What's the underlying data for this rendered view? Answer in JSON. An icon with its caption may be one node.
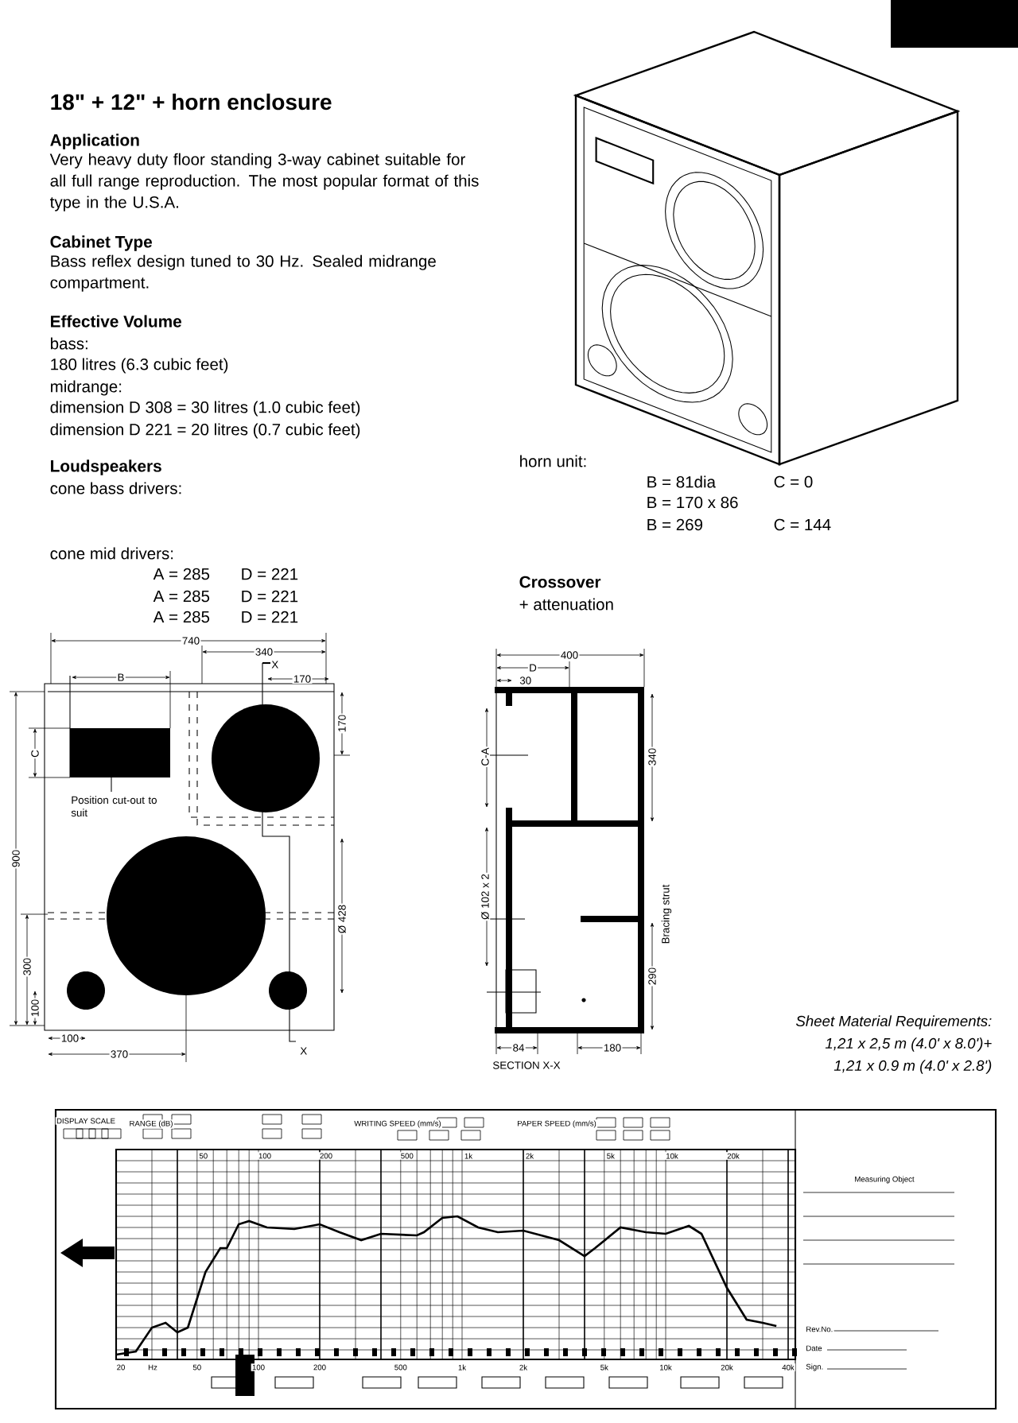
{
  "diagram": {
    "title": "18\" + 12\" + horn enclosure",
    "labels": [
      "Application",
      "Very heavy duty floor standing 3-way cabinet suitable for all full range reproduction. The most popular format of this type in the U.S.A.",
      "Cabinet Type",
      "Bass reflex design tuned to 30 Hz. Sealed midrange compartment.",
      "Effective Volume",
      "bass:",
      "180 litres (6.3 cubic feet)",
      "midrange:",
      "dimension D 308 = 30 litres (1.0 cubic feet)",
      "dimension D 221 = 20 litres (0.7 cubic feet)",
      "Loudspeakers",
      "cone bass drivers:",
      "cone mid drivers:",
      "A = 285",
      "D = 221",
      "A = 285",
      "D = 221",
      "A = 285",
      "D = 221",
      "horn unit:",
      "B = 81dia",
      "C = 0",
      "B = 170 x 86",
      "B = 269",
      "C = 144",
      "Crossover",
      "+ attenuation",
      "740",
      "340",
      "X",
      "B",
      "170",
      "C",
      "170",
      "Position cut-out to suit",
      "900",
      "Ø 428",
      "300",
      "100",
      "100",
      "370",
      "X",
      "400",
      "D",
      "30",
      "C-A",
      "340",
      "Ø 102 x 2",
      "Bracing strut",
      "290",
      "84",
      "180",
      "SECTION X-X",
      "Sheet Material Requirements:",
      "1,21 x 2,5 m (4.0' x 8.0')+",
      "1,21 x 0.9 m (4.0' x 2.8')",
      "DISPLAY SCALE",
      "RANGE (dB)",
      "WRITING SPEED (mm/s)",
      "PAPER SPEED (mm/s)",
      "Measuring Object",
      "20",
      "Hz",
      "50",
      "100",
      "200",
      "500",
      "1k",
      "2k",
      "5k",
      "10k",
      "20k",
      "40k",
      "50",
      "100",
      "200",
      "500",
      "1k",
      "2k",
      "5k",
      "10k",
      "20k",
      "Rev.No.",
      "Date",
      "Sign."
    ]
  }
}
